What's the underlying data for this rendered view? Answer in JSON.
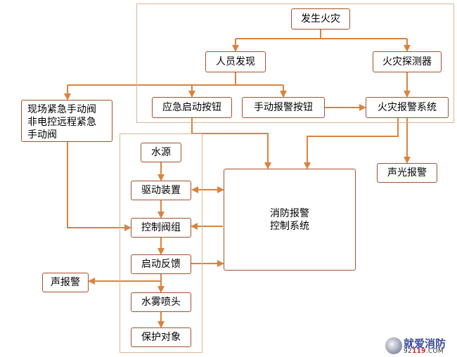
{
  "colors": {
    "arrow": "#d9833e",
    "node_border": "#a0522d",
    "region_border": "#e2b48e",
    "watermark_blue": "#3b4a9b",
    "watermark_red": "#d0202a"
  },
  "nodes": {
    "fire_occurs": "发生火灾",
    "person_found": "人员发现",
    "fire_detector": "火灾探测器",
    "emergency_button": "应急启动按钮",
    "manual_alarm_button": "手动报警按钮",
    "fire_alarm_system": "火灾报警系统",
    "manual_valve_lines": [
      "现场紧急手动阀",
      "非电控远程紧急",
      "手动阀"
    ],
    "water_source": "水源",
    "drive_device": "驱动装置",
    "control_valve_group": "控制阀组",
    "start_feedback": "启动反馈",
    "mist_nozzle": "水雾喷头",
    "protected_object": "保护对象",
    "sound_alarm": "声报警",
    "sound_light_alarm": "声光报警",
    "fire_control_lines": [
      "消防报警",
      "控制系统"
    ]
  },
  "watermark": {
    "title": "就爱消防",
    "url_prefix": "92",
    "url_mid": "119",
    "url_suffix": ".COM"
  }
}
